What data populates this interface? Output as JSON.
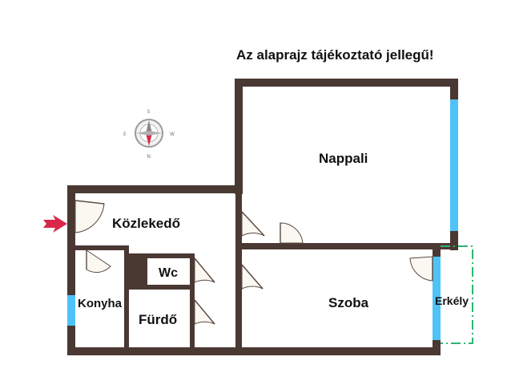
{
  "note": "Az alaprajz tájékoztató jellegű!",
  "rooms": {
    "nappali": "Nappali",
    "kozlekedo": "Közlekedő",
    "wc": "Wc",
    "konyha": "Konyha",
    "furdo": "Fürdő",
    "szoba": "Szoba",
    "erkely": "Erkély"
  },
  "compass": {
    "north": "N",
    "south": "S",
    "east": "E",
    "west": "W"
  },
  "colors": {
    "wall": "#4a3833",
    "window": "#4fc3f7",
    "balcony_outline": "#2bb673",
    "entry_arrow": "#d9264a",
    "compass_needle": "#d9264a"
  }
}
